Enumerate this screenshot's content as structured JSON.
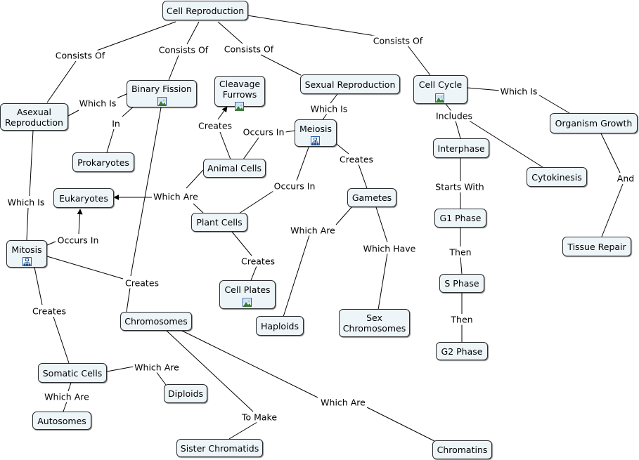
{
  "concept_map": {
    "nodes": {
      "cell_reproduction": "Cell Reproduction",
      "asexual_reproduction": "Asexual\nReproduction",
      "binary_fission": "Binary Fission",
      "cleavage_furrows": "Cleavage\nFurrows",
      "sexual_reproduction": "Sexual Reproduction",
      "cell_cycle": "Cell Cycle",
      "organism_growth": "Organism Growth",
      "meiosis": "Meiosis",
      "prokaryotes": "Prokaryotes",
      "animal_cells": "Animal Cells",
      "interphase": "Interphase",
      "cytokinesis": "Cytokinesis",
      "eukaryotes": "Eukaryotes",
      "gametes": "Gametes",
      "plant_cells": "Plant Cells",
      "g1_phase": "G1 Phase",
      "tissue_repair": "Tissue Repair",
      "mitosis": "Mitosis",
      "s_phase": "S Phase",
      "cell_plates": "Cell Plates",
      "chromosomes": "Chromosomes",
      "sex_chromosomes": "Sex\nChromosomes",
      "haploids": "Haploids",
      "g2_phase": "G2 Phase",
      "somatic_cells": "Somatic Cells",
      "diploids": "Diploids",
      "autosomes": "Autosomes",
      "sister_chromatids": "Sister Chromatids",
      "chromatins": "Chromatins"
    },
    "links": {
      "consists_of_1": "Consists Of",
      "consists_of_2": "Consists Of",
      "consists_of_3": "Consists Of",
      "consists_of_4": "Consists Of",
      "which_is_bf": "Which Is",
      "in_prok": "In",
      "which_is_meiosis": "Which Is",
      "includes": "Includes",
      "which_is_growth": "Which Is",
      "creates_cf": "Creates",
      "occurs_in_animal": "Occurs In",
      "creates_gametes": "Creates",
      "occurs_in_plant": "Occurs In",
      "which_are_euk": "Which Are",
      "which_are_haploids": "Which Are",
      "which_have": "Which Have",
      "starts_with": "Starts With",
      "and": "And",
      "then_1": "Then",
      "then_2": "Then",
      "which_is_mitosis": "Which Is",
      "occurs_in_euk": "Occurs In",
      "creates_chrom": "Creates",
      "creates_plates": "Creates",
      "creates_somatic": "Creates",
      "which_are_diploids": "Which Are",
      "which_are_autosomes": "Which Are",
      "to_make": "To Make",
      "which_are_chromatins": "Which Are"
    },
    "icons": {
      "image_resource": "image-resource-icon",
      "submap": "submap-icon"
    },
    "colors": {
      "node_fill": "#eef5f8",
      "node_border": "#2b2b2b",
      "line": "#000000",
      "icon_border": "#2a5fa6"
    }
  }
}
